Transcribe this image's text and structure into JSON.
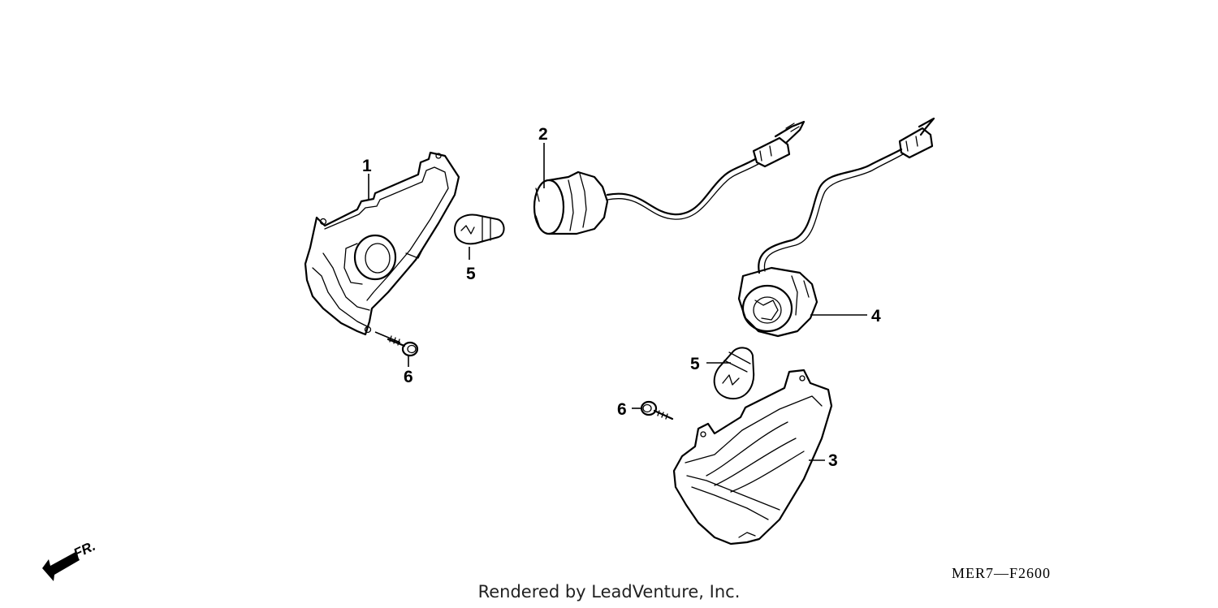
{
  "callouts": {
    "c1": "1",
    "c2": "2",
    "c3": "3",
    "c4": "4",
    "c5a": "5",
    "c5b": "5",
    "c6a": "6",
    "c6b": "6"
  },
  "direction_label": "FR.",
  "diagram_code": "MER7—F2600",
  "credit": "Rendered by LeadVenture, Inc."
}
